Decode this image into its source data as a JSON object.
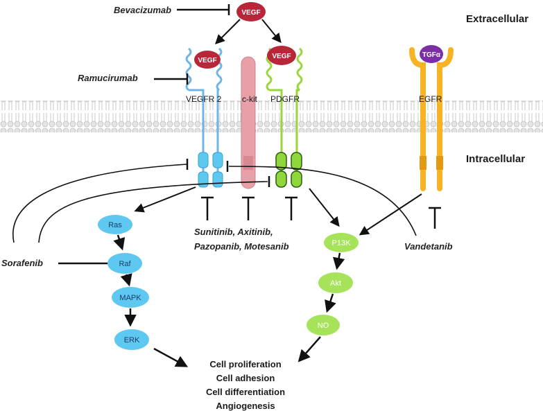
{
  "regions": {
    "extracellular": "Extracellular",
    "intracellular": "Intracellular"
  },
  "ligands": {
    "vegf_top": "VEGF",
    "vegf_on_vegfr2": "VEGF",
    "vegf_on_pdgfr": "VEGF",
    "tgfa": "TGFα"
  },
  "receptors": {
    "vegfr2": "VEGFR 2",
    "ckit": "c-kit",
    "pdgfr": "PDGFR",
    "egfr": "EGFR"
  },
  "drugs": {
    "bevacizumab": "Bevacizumab",
    "ramucirumab": "Ramucirumab",
    "sorafenib": "Sorafenib",
    "tki_line1": "Sunitinib, Axitinib,",
    "tki_line2": "Pazopanib, Motesanib",
    "vandetanib": "Vandetanib"
  },
  "pathway_left": [
    "Ras",
    "Raf",
    "MAPK",
    "ERK"
  ],
  "pathway_right": [
    "P13K",
    "Akt",
    "NO"
  ],
  "outcomes": [
    "Cell proliferation",
    "Cell adhesion",
    "Cell differentiation",
    "Angiogenesis"
  ],
  "colors": {
    "vegf": "#b8263a",
    "tgfa": "#7b2fa6",
    "vegfr2": "#6fb4e6",
    "ckit": "#e8a0a8",
    "pdgfr": "#99d63a",
    "egfr": "#f6b324",
    "membrane": "#d9d9d9",
    "left_node": "#5ec8f0",
    "right_node": "#a6e35a"
  }
}
